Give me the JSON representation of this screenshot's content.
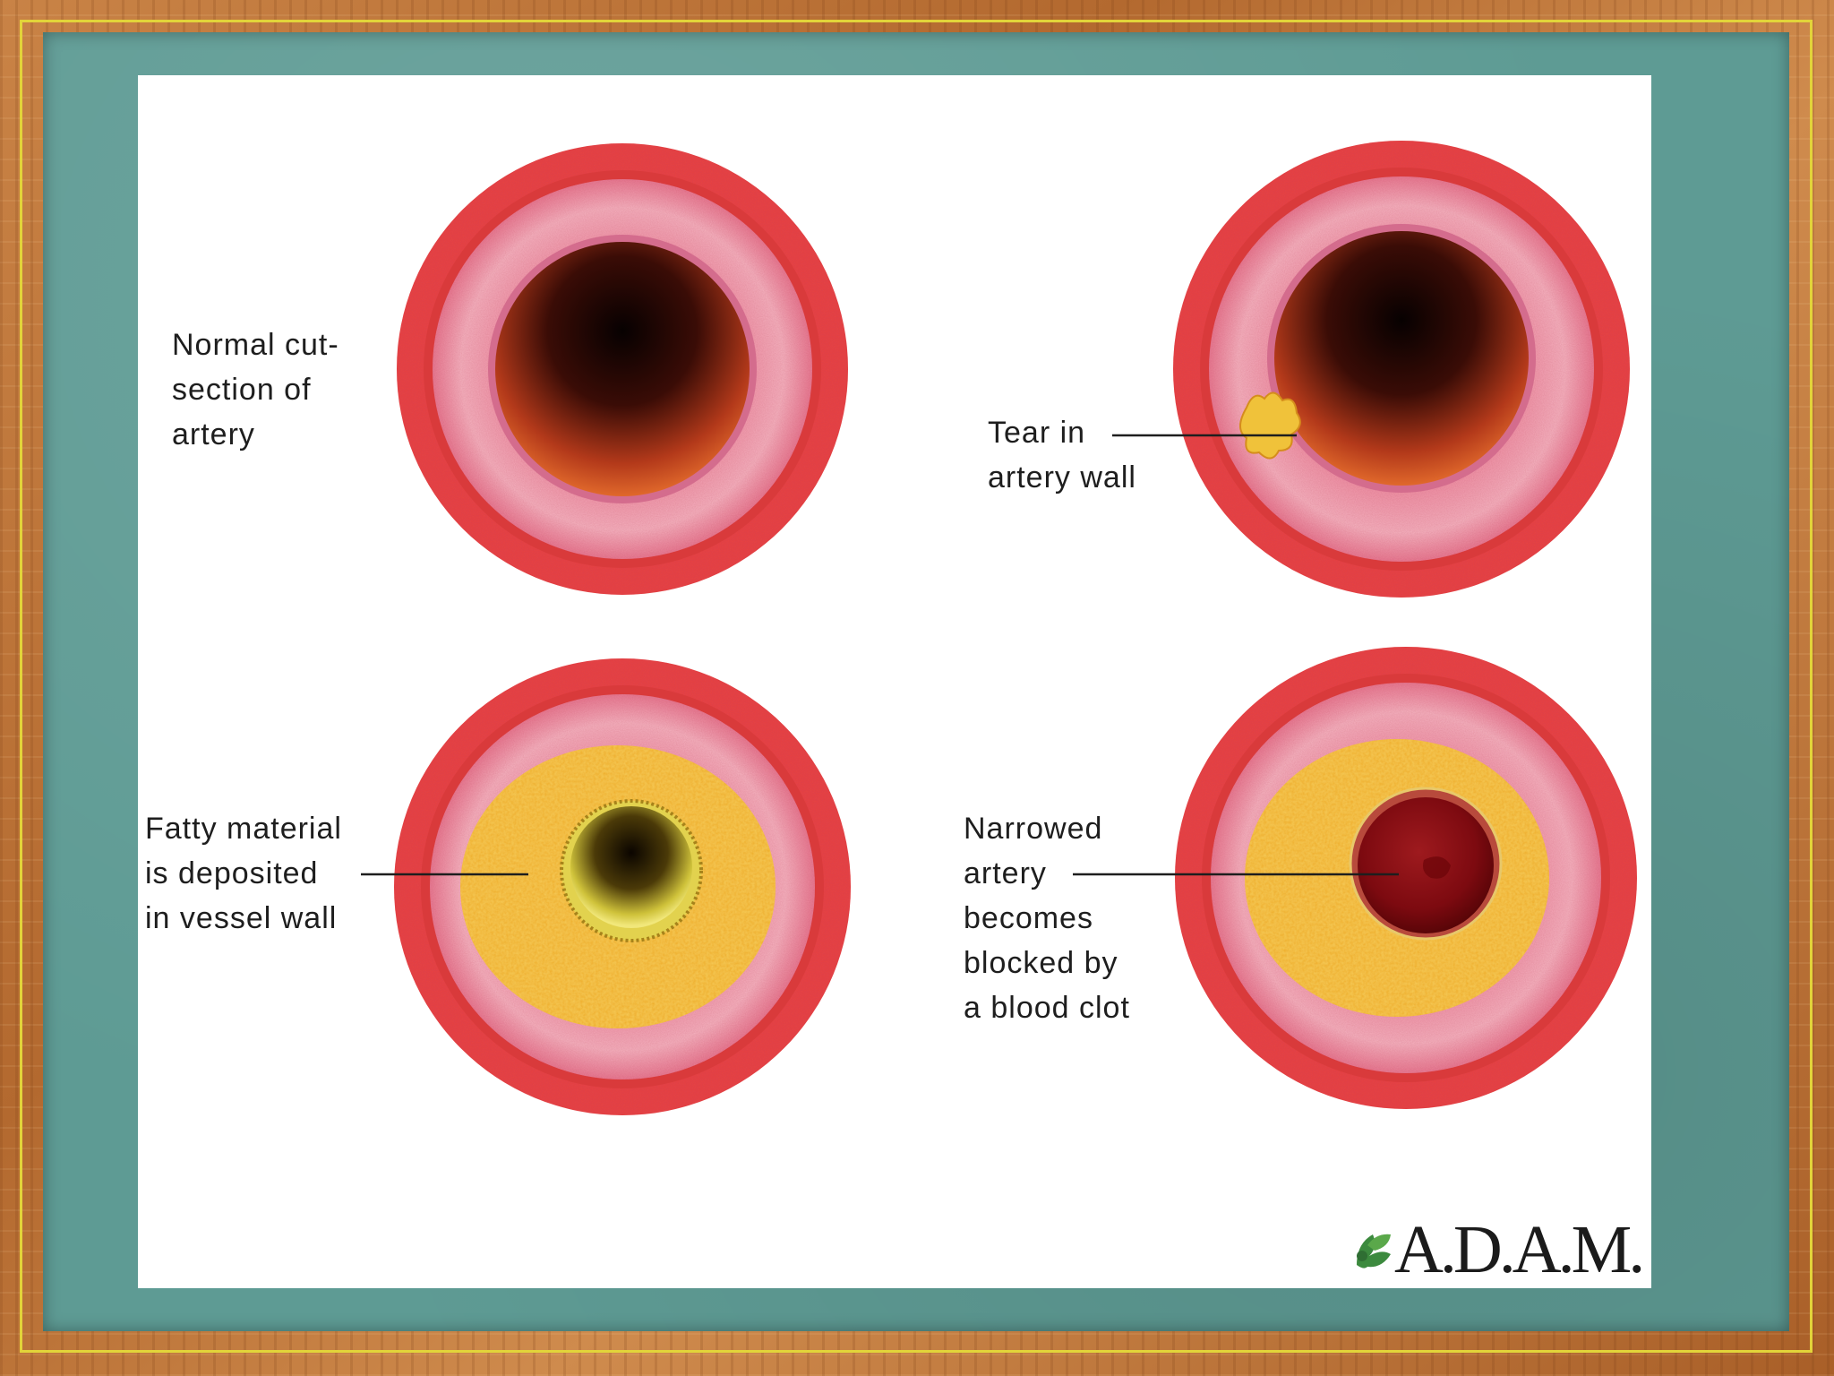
{
  "panels": [
    {
      "id": "normal",
      "label": "Normal cut-\nsection of\nartery"
    },
    {
      "id": "tear",
      "label": "Tear in\nartery wall"
    },
    {
      "id": "fatty",
      "label": "Fatty material\nis deposited\nin vessel wall"
    },
    {
      "id": "clot",
      "label": "Narrowed\nartery\nbecomes\nblocked by\na blood clot"
    }
  ],
  "logo": {
    "text": "A.D.A.M."
  },
  "colors": {
    "artery_outer": "#e8423f",
    "artery_wall": "#f2a5b6",
    "lumen": "#1e0604",
    "plaque": "#efae2a",
    "clot": "#8e0d12",
    "board": "#5e9b94",
    "frame_gold": "#e2d43a"
  }
}
